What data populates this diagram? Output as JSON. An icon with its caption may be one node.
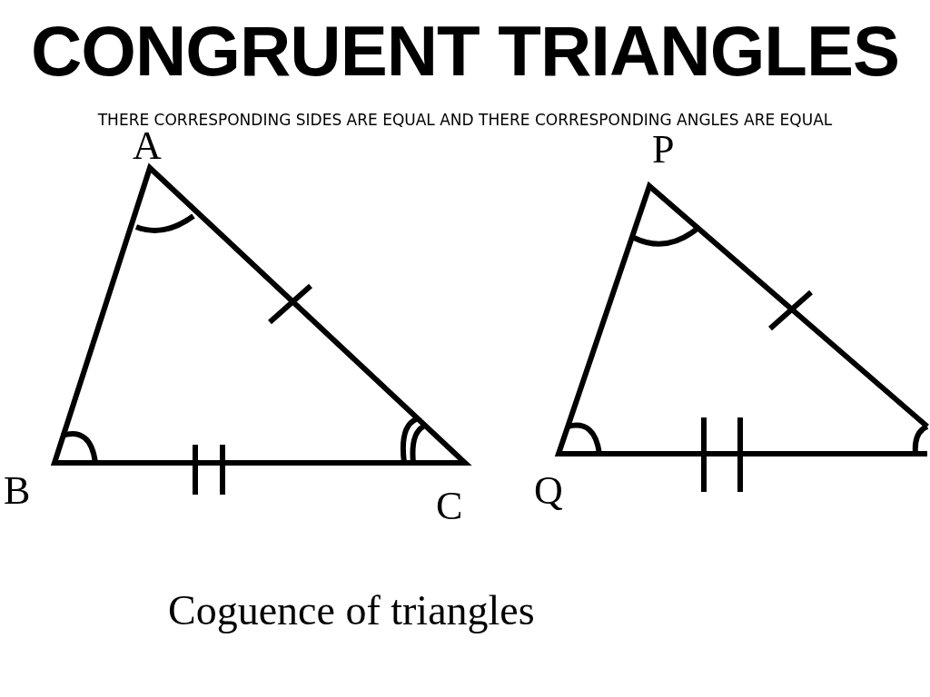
{
  "diagram": {
    "title": "CONGRUENT TRIANGLES",
    "caption": "Coguence of triangles",
    "labels": [
      "THERE CORRESPONDING SIDES ARE EQUAL AND THERE CORRESPONDING ANGLES ARE EQUAL",
      "A",
      "P",
      "B",
      "C",
      "Q"
    ]
  }
}
